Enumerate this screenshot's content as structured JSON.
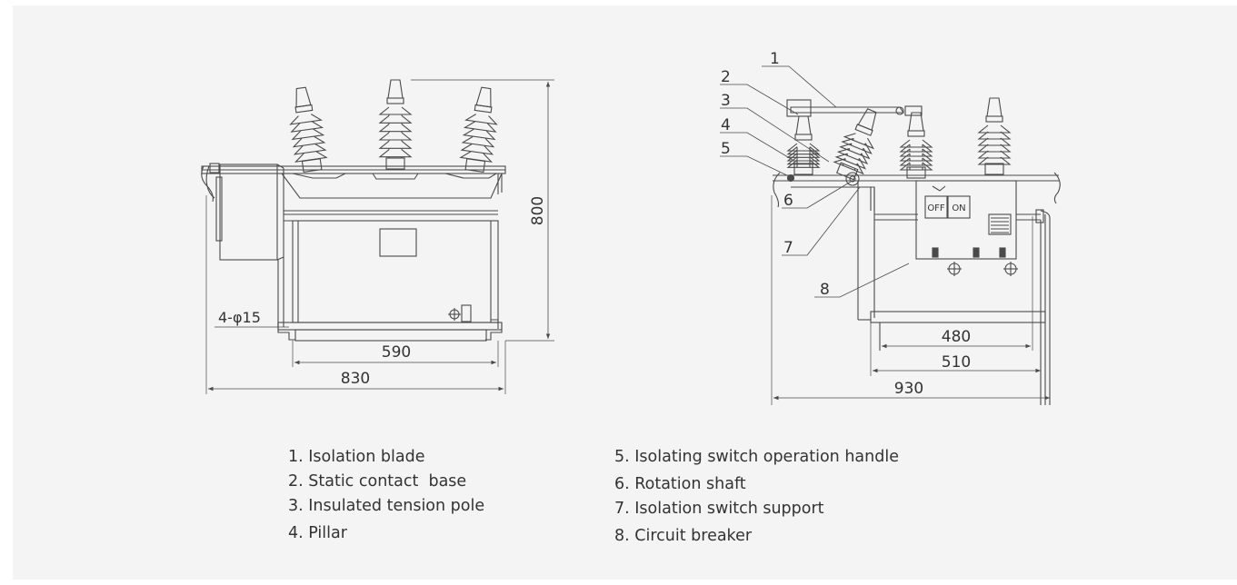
{
  "front_view": {
    "dim_height": "800",
    "dim_inner_width": "590",
    "dim_outer_width": "830",
    "dim_holes": "4-φ15"
  },
  "side_view": {
    "callouts": [
      "1",
      "2",
      "3",
      "4",
      "5",
      "6",
      "7",
      "8"
    ],
    "off_label": "OFF",
    "on_label": "ON",
    "dim_480": "480",
    "dim_510": "510",
    "dim_930": "930"
  },
  "legend": {
    "left": [
      "1. Isolation blade",
      "2. Static contact  base",
      "3. Insulated tension pole",
      "4. Pillar"
    ],
    "right": [
      "5. Isolating switch operation handle",
      "6. Rotation shaft",
      "7. Isolation switch support",
      "8. Circuit breaker"
    ]
  }
}
